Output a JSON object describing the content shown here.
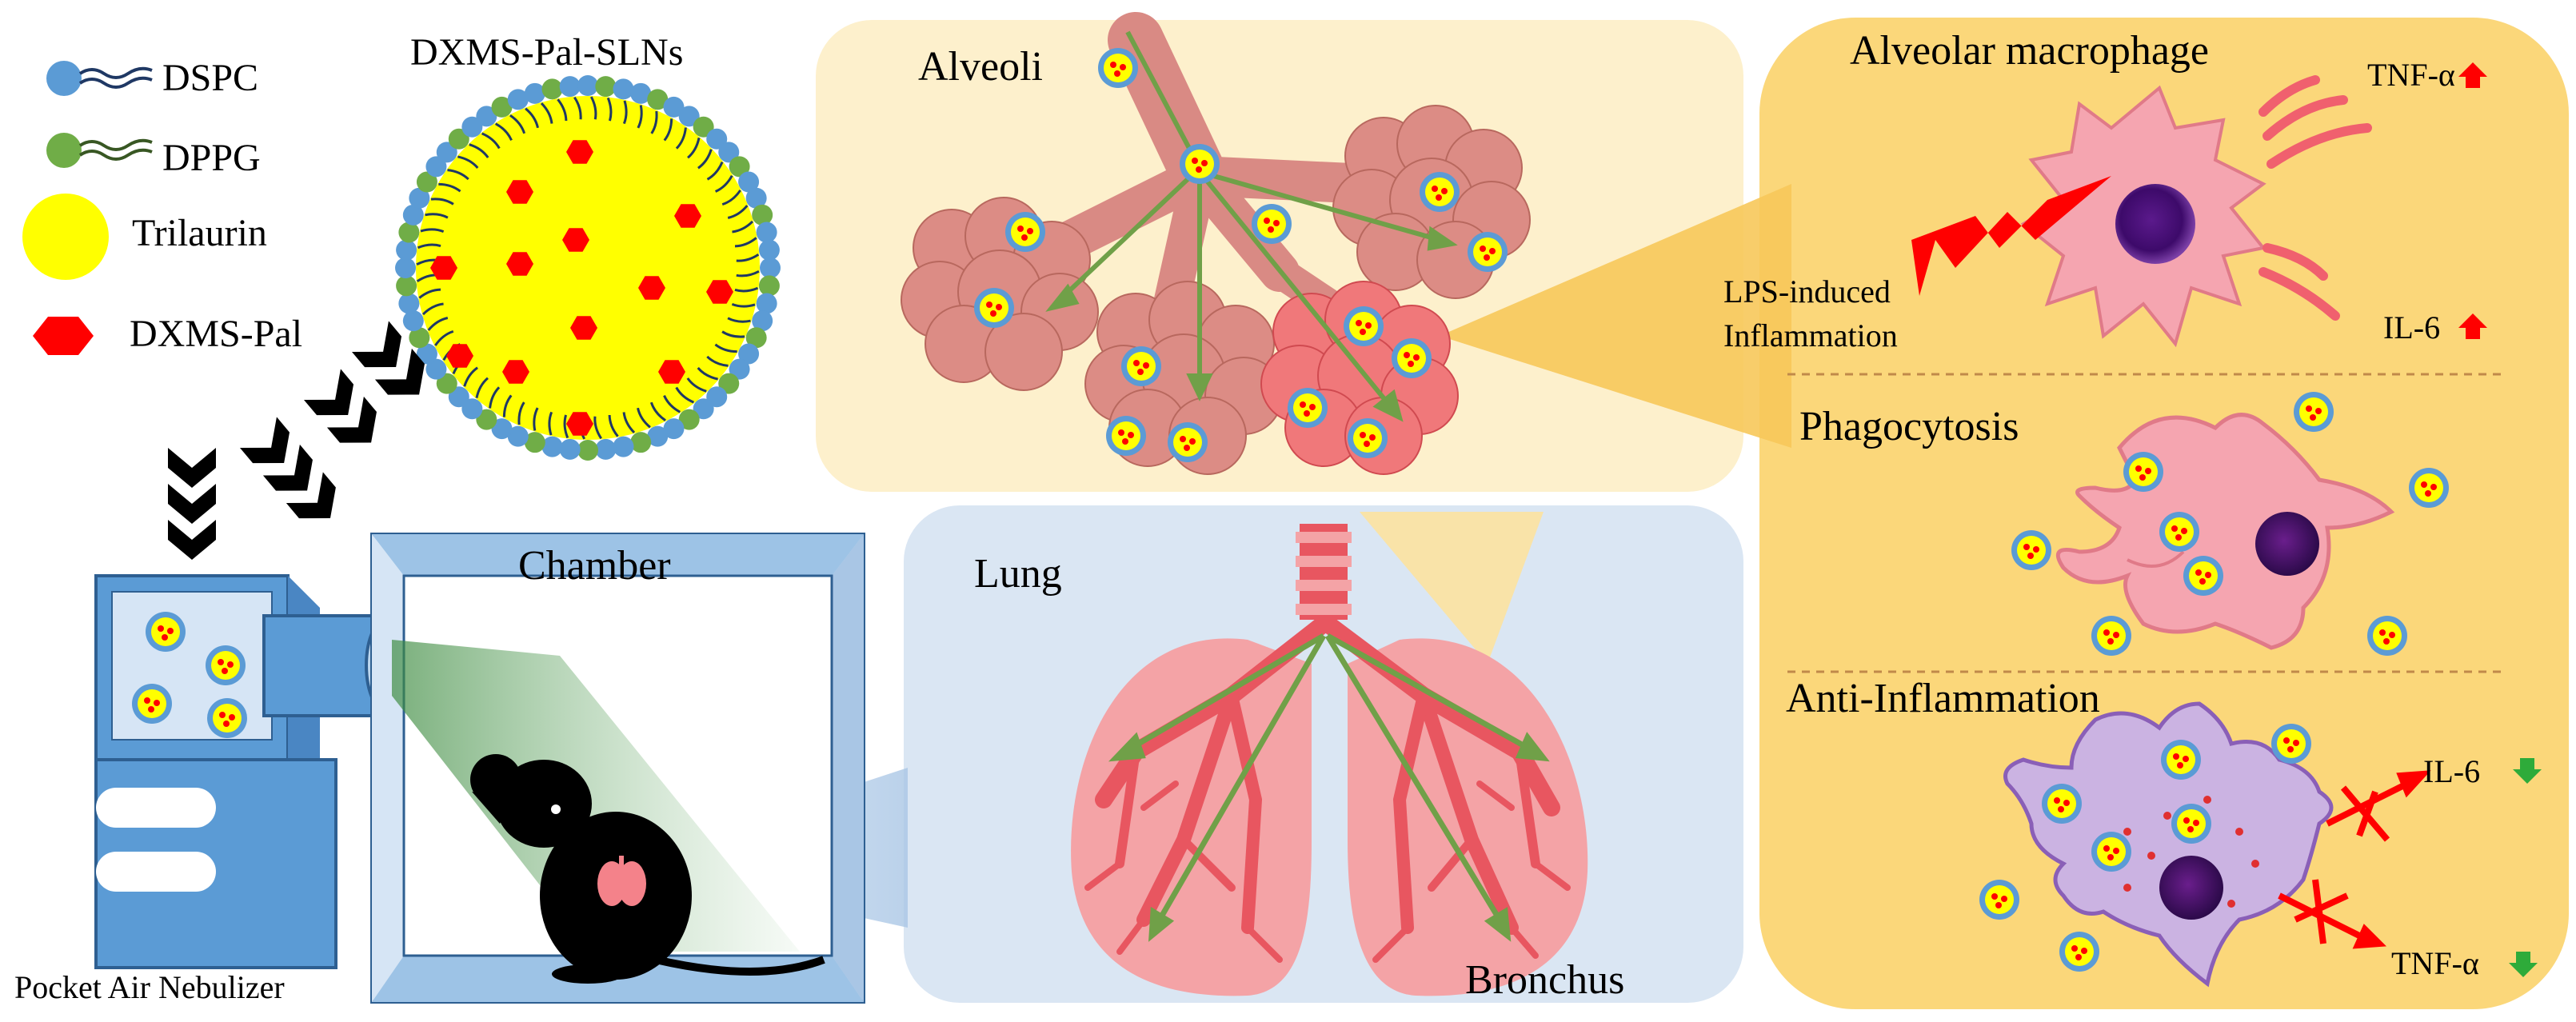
{
  "legend": {
    "dspc": "DSPC",
    "dppg": "DPPG",
    "trilaurin": "Trilaurin",
    "dxms_pal": "DXMS-Pal"
  },
  "nanoparticle": {
    "title": "DXMS-Pal-SLNs"
  },
  "setup": {
    "chamber": "Chamber",
    "nebulizer": "Pocket Air Nebulizer"
  },
  "alveoli_panel": {
    "title": "Alveoli"
  },
  "lung_panel": {
    "title": "Lung",
    "bronchus": "Bronchus"
  },
  "macrophage_panel": {
    "alveolar_title": "Alveolar macrophage",
    "lps_line1": "LPS-induced",
    "lps_line2": "Inflammation",
    "tnf_up": "TNF-α",
    "il6_up": "IL-6",
    "phagocytosis": "Phagocytosis",
    "anti_inflammation": "Anti-Inflammation",
    "il6_down": "IL-6",
    "tnf_down": "TNF-α"
  },
  "colors": {
    "dspc_head": "#5b9bd5",
    "dppg_head": "#70ad47",
    "trilaurin": "#ffff00",
    "drug": "#ff0000",
    "alveoli_bg": "#fdf0cc",
    "lung_bg": "#dae6f3",
    "macrophage_bg": "#fbd77a",
    "arrow_green": "#70a048",
    "up_arrow": "#ff0000",
    "down_arrow": "#2eab3a"
  }
}
